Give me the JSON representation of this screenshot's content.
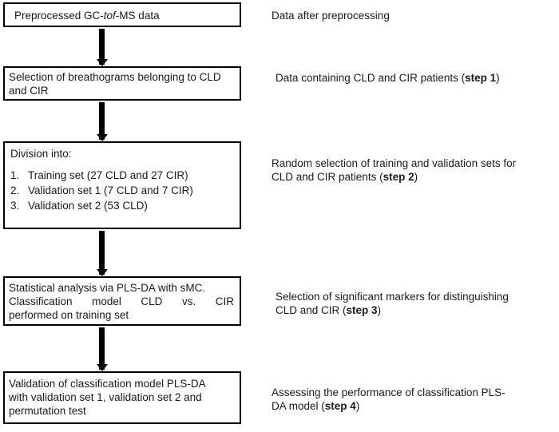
{
  "boxes": {
    "b1": {
      "pre": "Preprocessed GC-",
      "italic": "tof",
      "post": "-MS data"
    },
    "b2": {
      "line1": "Selection of breathograms belonging to CLD",
      "line2": "and CIR"
    },
    "b3": {
      "heading": "Division into:",
      "items": [
        {
          "num": "1.",
          "text": "Training set (27 CLD and 27 CIR)"
        },
        {
          "num": "2.",
          "text": "Validation set 1 (7 CLD and 7 CIR)"
        },
        {
          "num": "3.",
          "text": "Validation set 2 (53 CLD)"
        }
      ]
    },
    "b4": {
      "line1": "Statistical analysis via PLS-DA with sMC.",
      "line2": "Classification model CLD vs. CIR",
      "line3": "performed on training set"
    },
    "b5": {
      "line1": "Validation of classification model PLS-DA",
      "line2": "with validation set 1, validation set 2 and",
      "line3": "permutation test"
    }
  },
  "notes": {
    "n1": {
      "text": "Data after preprocessing"
    },
    "n2": {
      "text": "Data containing CLD and CIR patients (",
      "step": "step 1",
      "close": ")"
    },
    "n3": {
      "line1": "Random selection of training and validation sets for",
      "line2_text": "CLD and CIR patients (",
      "step": "step 2",
      "close": ")"
    },
    "n4": {
      "line1": "Selection of significant  markers for distinguishing",
      "line2_text": "CLD and CIR (",
      "step": "step 3",
      "close": ")"
    },
    "n5": {
      "line1": "Assessing the performance of classification PLS-",
      "line2_text": "DA model (",
      "step": "step 4",
      "close": ")"
    }
  }
}
